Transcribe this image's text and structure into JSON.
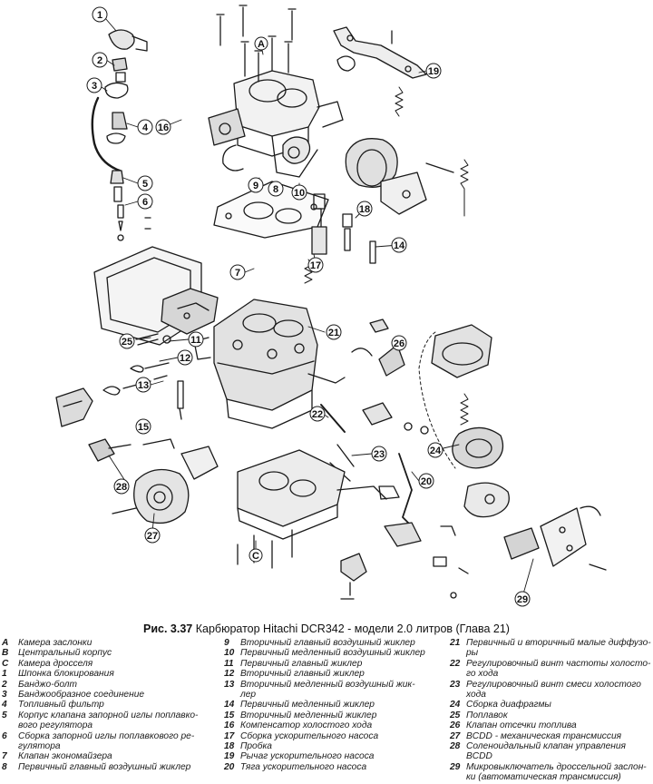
{
  "figure": {
    "caption_label": "Рис. 3.37",
    "caption_text": "Карбюратор Hitachi DCR342 - модели 2.0 литров (Глава 21)"
  },
  "callouts": [
    "1",
    "2",
    "3",
    "4",
    "5",
    "6",
    "7",
    "8",
    "9",
    "10",
    "11",
    "12",
    "13",
    "14",
    "15",
    "16",
    "17",
    "18",
    "19",
    "20",
    "21",
    "22",
    "23",
    "24",
    "25",
    "26",
    "27",
    "28",
    "29",
    "A",
    "C"
  ],
  "legend": {
    "column1": [
      {
        "key": "A",
        "text": "Камера заслонки"
      },
      {
        "key": "B",
        "text": "Центральный корпус"
      },
      {
        "key": "C",
        "text": "Камера дросселя"
      },
      {
        "key": "1",
        "text": "Шпонка блокирования"
      },
      {
        "key": "2",
        "text": "Банджо-болт"
      },
      {
        "key": "3",
        "text": "Банджообразное соединение"
      },
      {
        "key": "4",
        "text": "Топливный фильтр"
      },
      {
        "key": "5",
        "text": "Корпус клапана запорной иглы поплавко-"
      },
      {
        "key": "",
        "text": "вого регулятора"
      },
      {
        "key": "6",
        "text": "Сборка запорной иглы поплавкового ре-"
      },
      {
        "key": "",
        "text": "гулятора"
      },
      {
        "key": "7",
        "text": "Клапан экономайзера"
      },
      {
        "key": "8",
        "text": "Первичный главный воздушный жиклер"
      }
    ],
    "column2": [
      {
        "key": "9",
        "text": "Вторичный главный воздушный жиклер"
      },
      {
        "key": "10",
        "text": "Первичный медленный воздушный жиклер"
      },
      {
        "key": "11",
        "text": "Первичный главный жиклер"
      },
      {
        "key": "12",
        "text": "Вторичный главный жиклер"
      },
      {
        "key": "13",
        "text": "Вторичный медленный воздушный жик-"
      },
      {
        "key": "",
        "text": "лер"
      },
      {
        "key": "14",
        "text": "Первичный медленный жиклер"
      },
      {
        "key": "15",
        "text": "Вторичный медленный жиклер"
      },
      {
        "key": "16",
        "text": "Компенсатор холостого хода"
      },
      {
        "key": "17",
        "text": "Сборка ускорительного насоса"
      },
      {
        "key": "18",
        "text": "Пробка"
      },
      {
        "key": "19",
        "text": "Рычаг ускорительного насоса"
      },
      {
        "key": "20",
        "text": "Тяга ускорительного насоса"
      }
    ],
    "column3": [
      {
        "key": "21",
        "text": "Первичный и вторичный малые диффузо-"
      },
      {
        "key": "",
        "text": "ры"
      },
      {
        "key": "22",
        "text": "Регулировочный винт частоты холосто-"
      },
      {
        "key": "",
        "text": "го хода"
      },
      {
        "key": "23",
        "text": "Регулировочный винт смеси холостого"
      },
      {
        "key": "",
        "text": "хода"
      },
      {
        "key": "24",
        "text": "Сборка диафрагмы"
      },
      {
        "key": "25",
        "text": "Поплавок"
      },
      {
        "key": "26",
        "text": "Клапан отсечки топлива"
      },
      {
        "key": "27",
        "text": "BCDD - механическая трансмиссия"
      },
      {
        "key": "28",
        "text": "Соленоидальный клапан управления"
      },
      {
        "key": "",
        "text": "BCDD"
      },
      {
        "key": "29",
        "text": "Микровыключатель дроссельной заслон-"
      },
      {
        "key": "",
        "text": "ки (автоматическая трансмиссия)"
      }
    ]
  }
}
